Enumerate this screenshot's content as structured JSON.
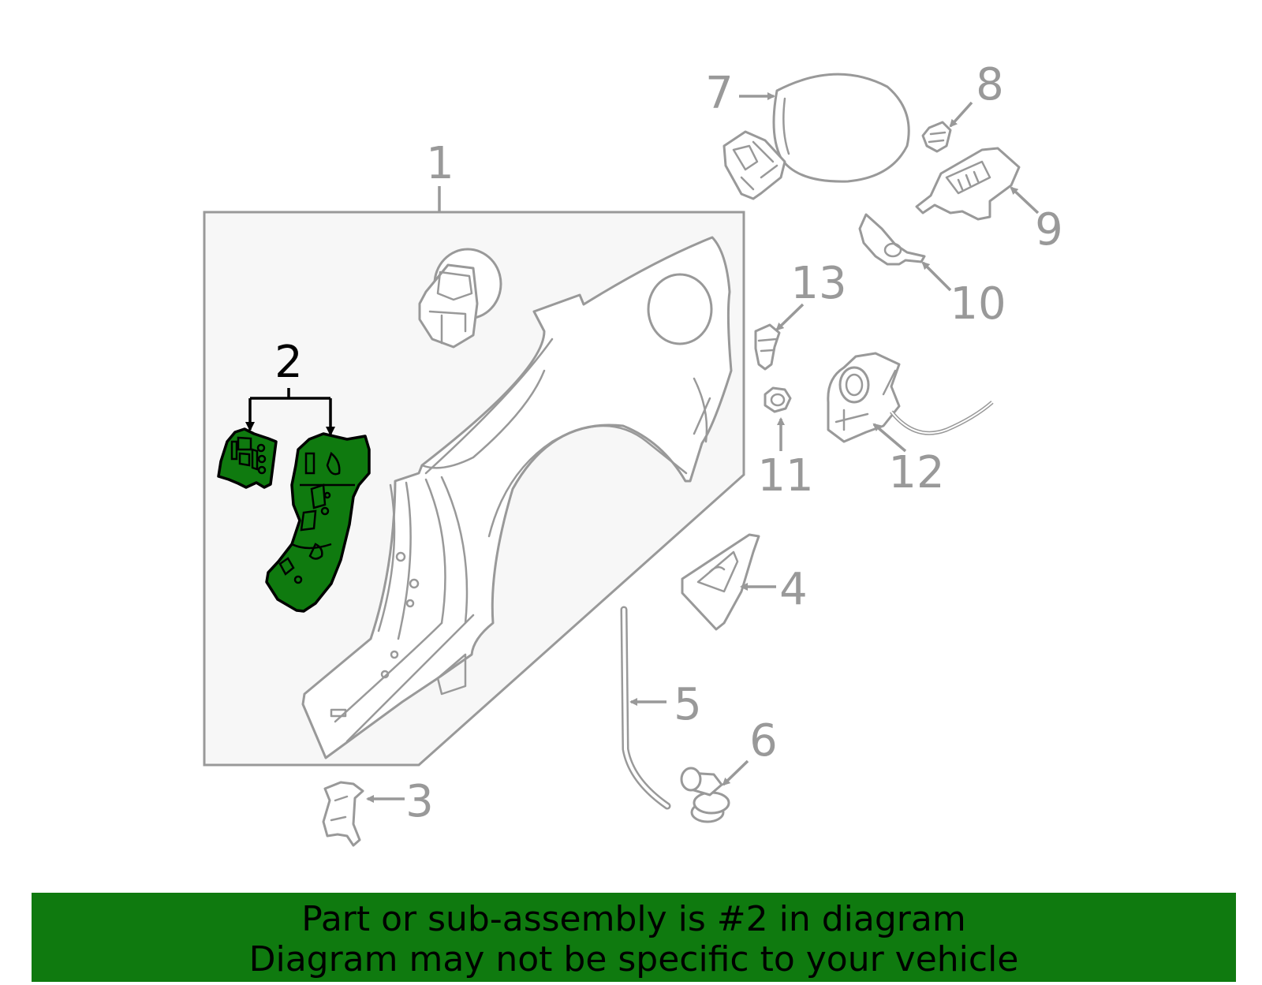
{
  "diagram": {
    "highlighted_part": "2",
    "callouts": [
      "1",
      "2",
      "3",
      "4",
      "5",
      "6",
      "7",
      "8",
      "9",
      "10",
      "11",
      "12",
      "13"
    ],
    "colors": {
      "highlight": "#0f7a0f",
      "line": "#999999",
      "panel_fill": "#f7f7f7",
      "banner": "#0f7a0f"
    }
  },
  "banner": {
    "line1": "Part or sub-assembly is #2 in diagram",
    "line2": "Diagram may not be specific to your vehicle"
  }
}
